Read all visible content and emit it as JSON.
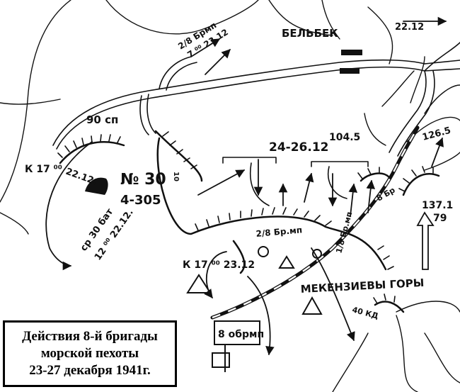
{
  "labels": {
    "belbek": "БЕЛЬБЕК",
    "date_top_right": "22.12",
    "unit_2_8_top": "2/8 Брмп",
    "time_top": "7 ⁰⁰ 23.12",
    "regiment_90": "90 сп",
    "time_k17_left": "К 17 ⁰⁰",
    "date_left": "22.12.",
    "number_30": "№ 30",
    "number_4_305": "4-305",
    "bat_sr30": "ср 30 бат",
    "time_12_22": "12 ⁰⁰ 22.12.",
    "dates_24_26": "24-26.12",
    "height_104_5": "104.5",
    "height_126_5": "126.5",
    "height_137_1": "137.1",
    "height_79": "79",
    "unit_2_8_center": "2/8 Бр.мп",
    "unit_1_8": "1/8 Бр.мп",
    "unit_8_br_right": "8 Бр",
    "time_k17_center": "К 17 ⁰⁰ 23.12",
    "mekenzievy_gory": "МЕКЕНЗИЕВЫ ГОРЫ",
    "unit_40": "40 КД",
    "unit_8obrmp": "8 обрмп",
    "marker_10": "10"
  },
  "caption": {
    "line1": "Действия 8-й бригады",
    "line2": "морской пехоты",
    "line3": "23-27 декабря 1941г."
  },
  "colors": {
    "ink": "#111111",
    "paper": "#ffffff"
  }
}
